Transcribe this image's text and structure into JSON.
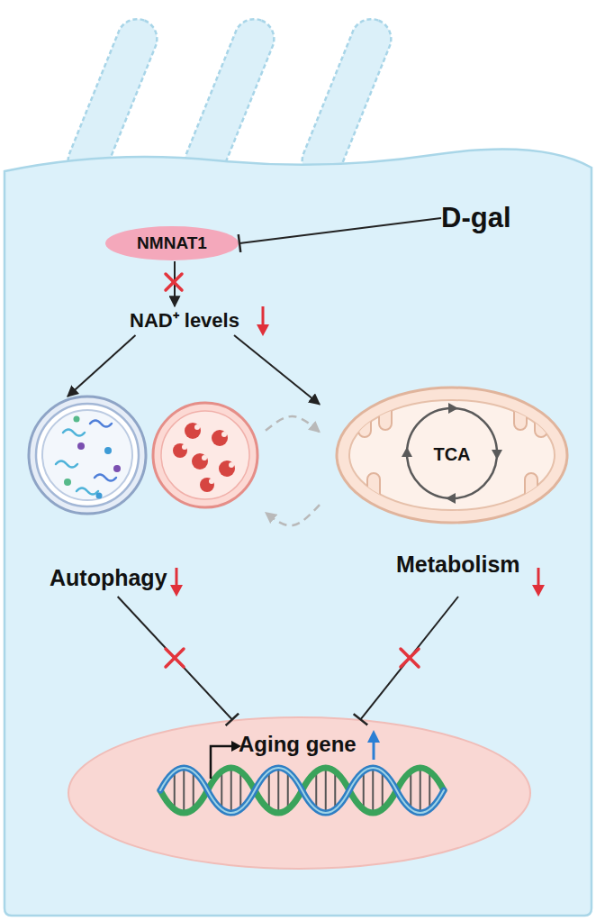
{
  "diagram": {
    "nodes": [
      {
        "text": [
          "D-gal"
        ]
      },
      {
        "text": [
          "NMNAT1"
        ]
      },
      {
        "text": [
          "NAD⁺ levels"
        ]
      },
      {
        "text": [
          "Autophagy"
        ]
      },
      {
        "text": [
          "TCA",
          "Metabolism"
        ]
      },
      {
        "text": [
          "Aging gene"
        ]
      }
    ],
    "edges": [
      {
        "from": 0,
        "to": 1,
        "arrow": "to"
      },
      {
        "from": 1,
        "to": 2,
        "arrow": "to"
      },
      {
        "from": 2,
        "to": 3,
        "arrow": "to"
      },
      {
        "from": 2,
        "to": 4,
        "arrow": "to"
      },
      {
        "from": 3,
        "to": 4,
        "arrow": "to"
      },
      {
        "from": 4,
        "to": 3,
        "arrow": "to"
      },
      {
        "from": 3,
        "to": 5,
        "arrow": "to"
      },
      {
        "from": 4,
        "to": 5,
        "arrow": "to"
      }
    ]
  }
}
